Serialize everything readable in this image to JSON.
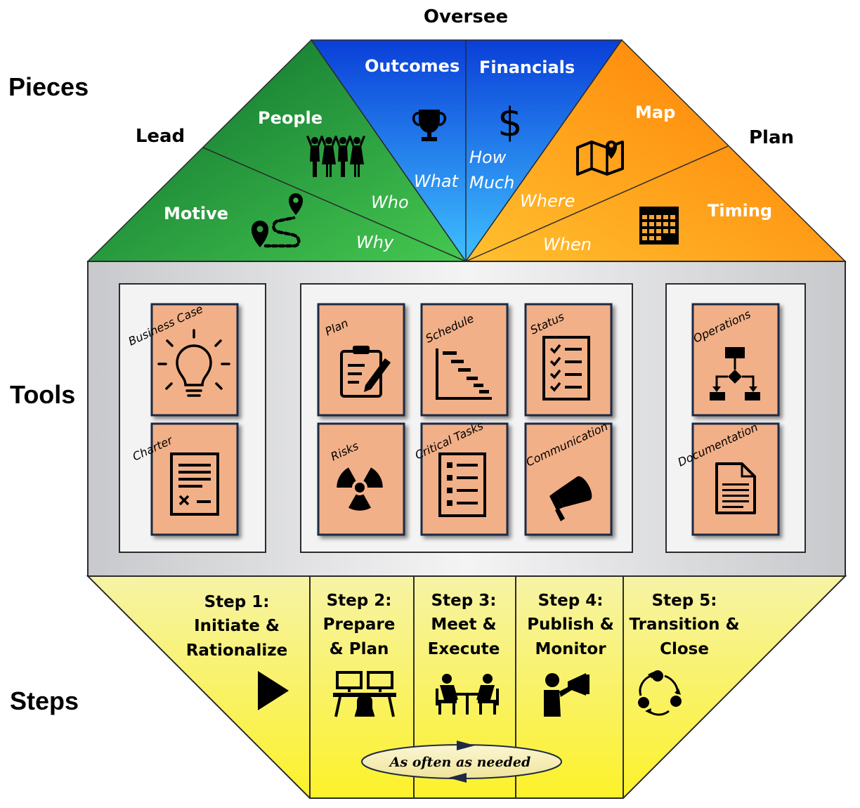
{
  "section_labels": {
    "pieces": "Pieces",
    "tools": "Tools",
    "steps": "Steps"
  },
  "groups": {
    "lead": "Lead",
    "oversee": "Oversee",
    "plan": "Plan"
  },
  "pieces": {
    "motive": {
      "title": "Motive",
      "question": "Why",
      "icon": "route-pin-icon"
    },
    "people": {
      "title": "People",
      "question": "Who",
      "icon": "team-icon"
    },
    "outcomes": {
      "title": "Outcomes",
      "question": "What",
      "icon": "trophy-icon"
    },
    "financials": {
      "title": "Financials",
      "question": "How Much",
      "q1": "How",
      "q2": "Much",
      "icon": "dollar-icon"
    },
    "map": {
      "title": "Map",
      "question": "Where",
      "icon": "map-pin-icon"
    },
    "timing": {
      "title": "Timing",
      "question": "When",
      "icon": "calendar-icon"
    }
  },
  "tools": {
    "business_case": {
      "label": "Business Case",
      "icon": "lightbulb-icon"
    },
    "charter": {
      "label": "Charter",
      "icon": "charter-document-icon"
    },
    "plan": {
      "label": "Plan",
      "icon": "clipboard-pencil-icon"
    },
    "schedule": {
      "label": "Schedule",
      "icon": "gantt-chart-icon"
    },
    "status": {
      "label": "Status",
      "icon": "checklist-icon"
    },
    "risks": {
      "label": "Risks",
      "icon": "radiation-icon"
    },
    "critical_tasks": {
      "label": "Critical Tasks",
      "icon": "task-list-icon"
    },
    "communication": {
      "label": "Communication",
      "icon": "megaphone-icon"
    },
    "operations": {
      "label": "Operations",
      "icon": "flowchart-icon"
    },
    "documentation": {
      "label": "Documentation",
      "icon": "document-icon"
    }
  },
  "steps": {
    "step1": {
      "l1": "Step 1:",
      "l2": "Initiate &",
      "l3": "Rationalize",
      "icon": "play-icon"
    },
    "step2": {
      "l1": "Step 2:",
      "l2": "Prepare",
      "l3": "& Plan",
      "icon": "workstations-icon"
    },
    "step3": {
      "l1": "Step 3:",
      "l2": "Meet &",
      "l3": "Execute",
      "icon": "meeting-icon"
    },
    "step4": {
      "l1": "Step 4:",
      "l2": "Publish &",
      "l3": "Monitor",
      "icon": "person-megaphone-icon"
    },
    "step5": {
      "l1": "Step 5:",
      "l2": "Transition &",
      "l3": "Close",
      "icon": "cycle-icon"
    }
  },
  "loop": {
    "label": "As often as needed"
  },
  "colors": {
    "green": "#2e9e43",
    "blue": "#1565e0",
    "orange": "#ff8c1a",
    "gray": "#d8d9db",
    "tool_card": "#f2b088",
    "yellow": "#faf04a"
  }
}
